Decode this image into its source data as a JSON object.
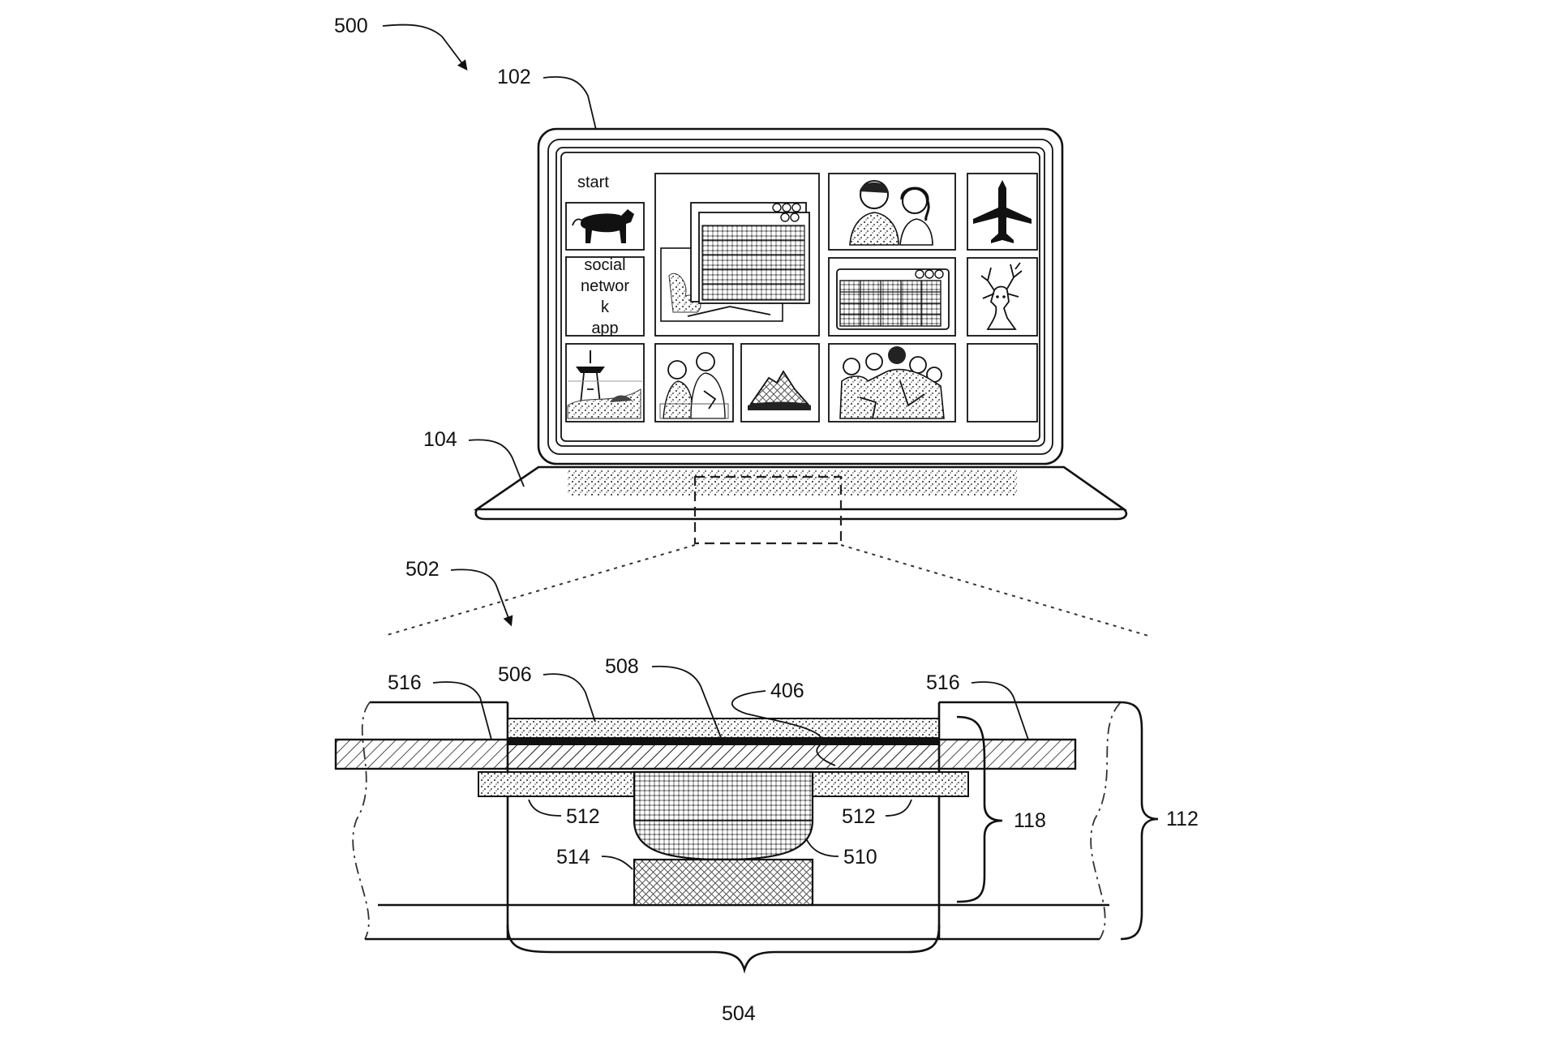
{
  "refs": {
    "r500": "500",
    "r102": "102",
    "r104": "104",
    "r502": "502",
    "r516a": "516",
    "r506": "506",
    "r508": "508",
    "r406": "406",
    "r516b": "516",
    "r512a": "512",
    "r512b": "512",
    "r118": "118",
    "r112": "112",
    "r514": "514",
    "r510": "510",
    "r504": "504"
  },
  "screen": {
    "start_label": "start",
    "app_label_lines": [
      "social",
      "networ",
      "k",
      "app"
    ]
  },
  "colors": {
    "ink": "#111111",
    "paper": "#ffffff",
    "hatch": "#444444"
  },
  "icons": [
    "dog-icon",
    "window-stack-icon",
    "couple-photo-icon",
    "airplane-icon",
    "calendar-window-icon",
    "deer-icon",
    "space-needle-icon",
    "family-photo-icon",
    "mountain-icon",
    "group-photo-icon"
  ]
}
